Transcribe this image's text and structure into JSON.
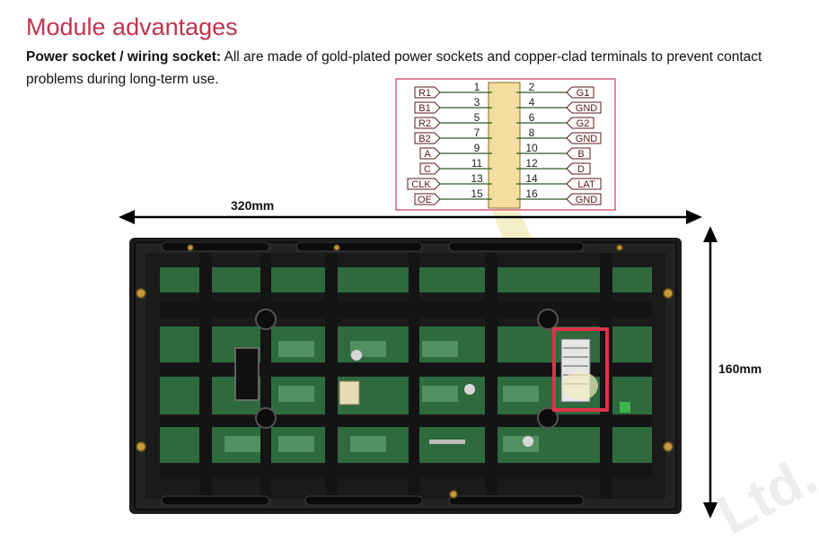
{
  "heading": "Module advantages",
  "feature": {
    "label": "Power socket / wiring socket:",
    "text": " All are made of gold-plated power sockets and copper-clad terminals to prevent contact problems during long-term use."
  },
  "dimensions": {
    "width": "320mm",
    "height": "160mm"
  },
  "pinout": {
    "left": [
      {
        "pin": "1",
        "signal": "R1"
      },
      {
        "pin": "3",
        "signal": "B1"
      },
      {
        "pin": "5",
        "signal": "R2"
      },
      {
        "pin": "7",
        "signal": "B2"
      },
      {
        "pin": "9",
        "signal": "A"
      },
      {
        "pin": "11",
        "signal": "C"
      },
      {
        "pin": "13",
        "signal": "CLK"
      },
      {
        "pin": "15",
        "signal": "OE"
      }
    ],
    "right": [
      {
        "pin": "2",
        "signal": "G1"
      },
      {
        "pin": "4",
        "signal": "GND"
      },
      {
        "pin": "6",
        "signal": "G2"
      },
      {
        "pin": "8",
        "signal": "GND"
      },
      {
        "pin": "10",
        "signal": "B"
      },
      {
        "pin": "12",
        "signal": "D"
      },
      {
        "pin": "14",
        "signal": "LAT"
      },
      {
        "pin": "16",
        "signal": "GND"
      }
    ]
  },
  "watermark": "Ltd.",
  "colors": {
    "title": "#c0334e",
    "pinout_border": "#d4607a",
    "connector": "#f3dea0"
  }
}
